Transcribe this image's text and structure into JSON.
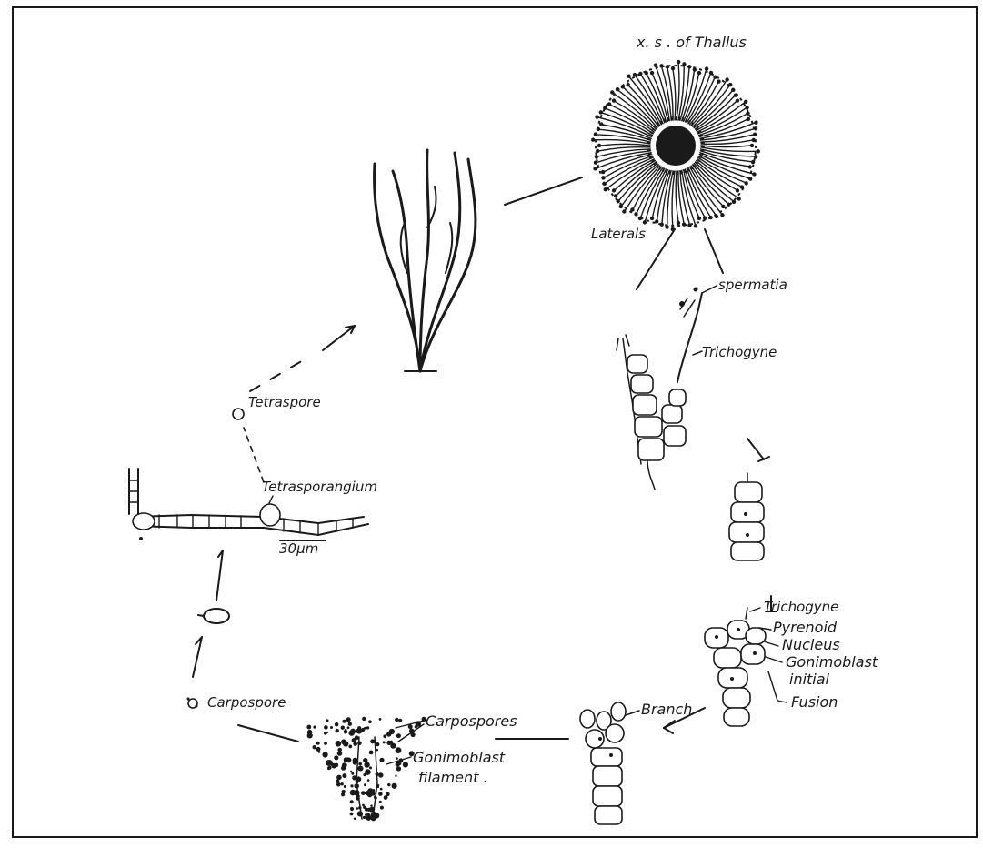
{
  "labels": {
    "ts_thallus": "x. s . of Thallus",
    "laterals": "Laterals",
    "spermatia": "spermatia",
    "trichogyne_top": "Trichogyne",
    "tetraspore": "Tetraspore",
    "tetrasporangium": "Tetrasporangium",
    "scale": "30μm",
    "trichogyne_lower": "Trichogyne",
    "pyrenoid": "Pyrenoid",
    "nucleus": "Nucleus",
    "gonimoblast_initial_1": "Gonimoblast",
    "gonimoblast_initial_2": "initial",
    "fusion": "Fusion",
    "branch": "Branch",
    "carpospores": "Carpospores",
    "gonimoblast_filament_1": "Gonimoblast",
    "gonimoblast_filament_2": "filament .",
    "carpospore": "Carpospore"
  },
  "colors": {
    "ink": "#1a1a1a",
    "paper": "#ffffff"
  }
}
